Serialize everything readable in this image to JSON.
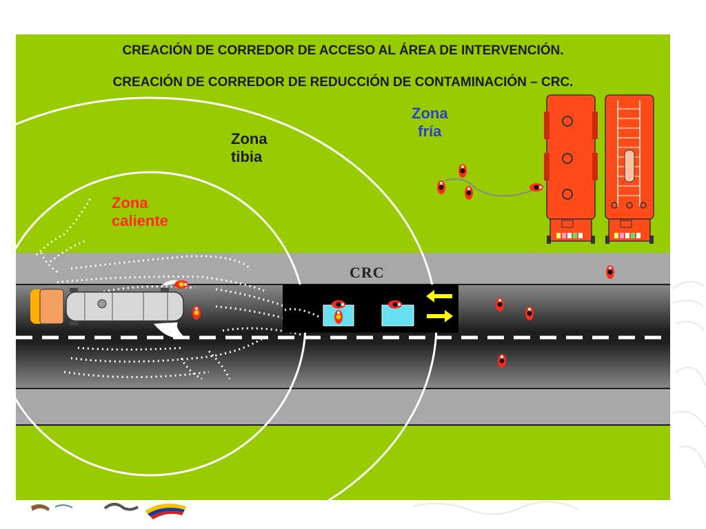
{
  "slide": {
    "title_line1": "CREACIÓN DE CORREDOR DE ACCESO AL ÁREA DE INTERVENCIÓN.",
    "title_line2": "CREACIÓN DE CORREDOR DE REDUCCIÓN DE CONTAMINACIÓN – CRC."
  },
  "zones": {
    "fria": {
      "line1": "Zona",
      "line2": "fría",
      "color": "#2c43c6"
    },
    "tibia": {
      "line1": "Zona",
      "line2": "tibia",
      "color": "#1a1a1a"
    },
    "caliente": {
      "line1": "Zona",
      "line2": "caliente",
      "color": "#ff2a1a"
    }
  },
  "crc": {
    "label": "CRC"
  },
  "colors": {
    "background": "#99cc00",
    "road": "#2b2b2b",
    "shoulder": "#a8a8a8",
    "truck": "#ff4a1a",
    "station": "#66e0ee",
    "arrow": "#ffff00"
  }
}
